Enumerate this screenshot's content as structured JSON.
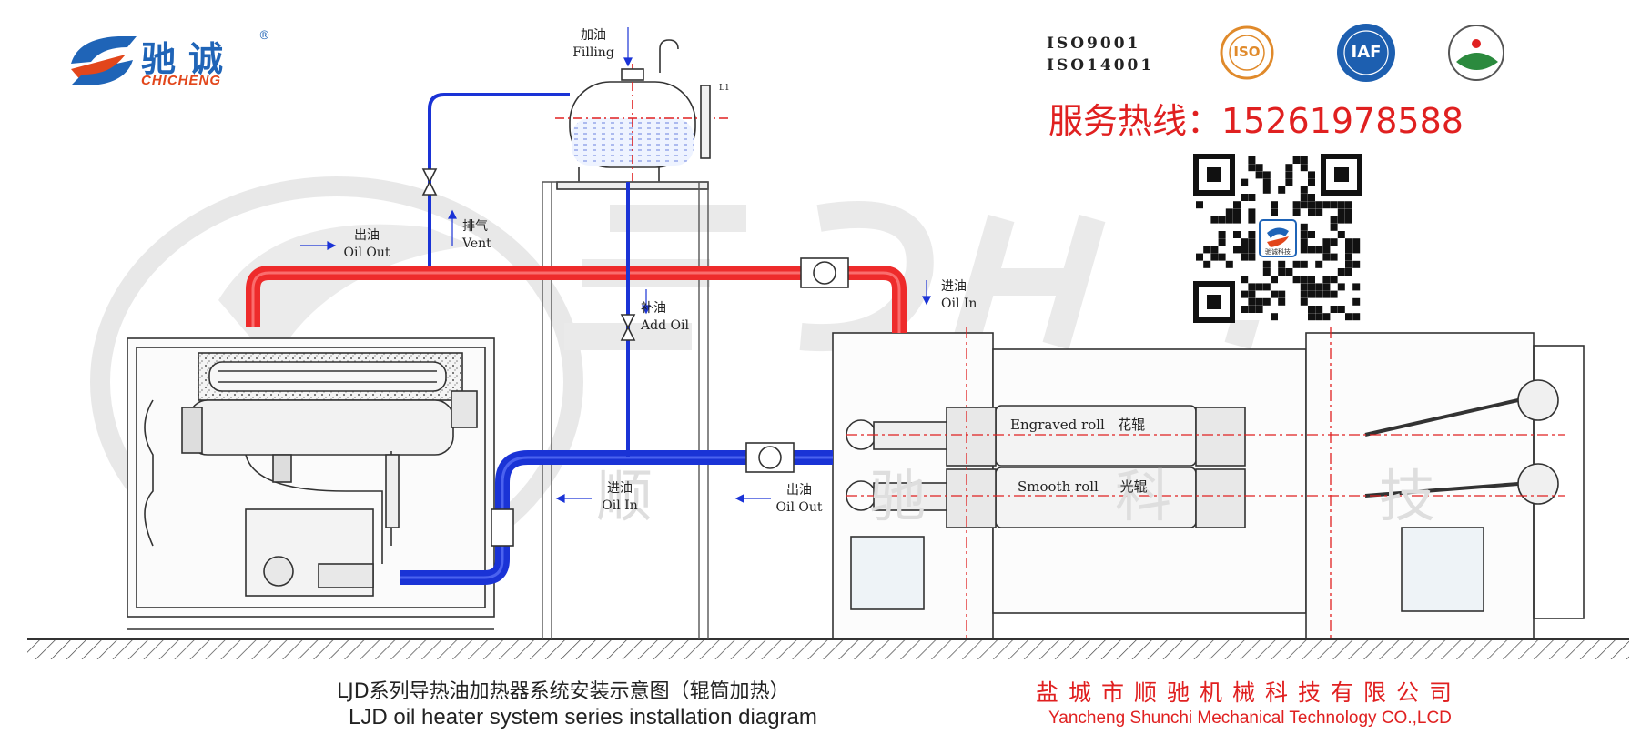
{
  "brand": {
    "name_cn": "驰诚",
    "registered": "®",
    "name_en": "CHICHENG",
    "color_blue": "#1f64b7",
    "color_orange": "#e2461b"
  },
  "certifications": {
    "iso_lines": [
      "ISO9001",
      "ISO14001"
    ],
    "badges": [
      {
        "text": "ISO",
        "icon": "iso-badge-icon",
        "color": "#e08a2b"
      },
      {
        "text": "IAF",
        "icon": "iaf-badge-icon",
        "color": "#1d5fb0"
      },
      {
        "text": "",
        "icon": "environment-badge-icon",
        "color": "#2b8a3e"
      }
    ]
  },
  "hotline": {
    "text": "服务热线：15261978588",
    "color": "#e02020"
  },
  "qr": {
    "icon": "qr-code-icon",
    "center_label": "驰诚科技"
  },
  "watermark": {
    "chars": [
      "顺",
      "驰",
      "科",
      "技"
    ]
  },
  "labels": {
    "filling": {
      "cn": "加油",
      "en": "Filling"
    },
    "tank_tag": "L1",
    "vent": {
      "cn": "排气",
      "en": "Vent"
    },
    "oil_out_top": {
      "cn": "出油",
      "en": "Oil Out"
    },
    "add_oil": {
      "cn": "补油",
      "en": "Add Oil"
    },
    "oil_in_right": {
      "cn": "进油",
      "en": "Oil In"
    },
    "oil_in_bottom": {
      "cn": "进油",
      "en": "Oil In"
    },
    "oil_out_bottom": {
      "cn": "出油",
      "en": "Oil Out"
    }
  },
  "rolls": {
    "engraved": {
      "en": "Engraved roll",
      "cn": "花辊"
    },
    "smooth": {
      "en": "Smooth roll",
      "cn": "光辊"
    }
  },
  "caption": {
    "cn": "LJD系列导热油加热器系统安装示意图（辊筒加热）",
    "en": "LJD  oil heater system series installation diagram"
  },
  "company": {
    "cn": "盐城市顺驰机械科技有限公司",
    "en": "Yancheng Shunchi Mechanical Technology CO.,LCD",
    "color": "#e02020"
  },
  "colors": {
    "hot_pipe": "#ee2b2b",
    "cold_pipe": "#1a33d6",
    "line": "#333333",
    "centerline": "#e02020"
  }
}
